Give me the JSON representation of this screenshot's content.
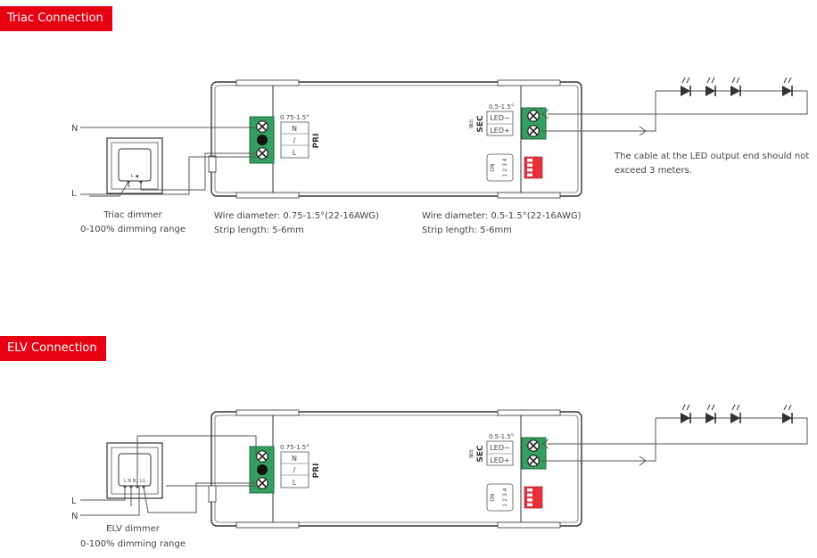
{
  "sections": [
    {
      "title": "Triac Connection",
      "dimmer_caption": "Triac dimmer",
      "dimmer_range": "0-100% dimming range",
      "dimmer_terminals": "L  ◀",
      "input_terminal_top": "N",
      "input_terminal_bottom": "L",
      "wire_label_top": "N",
      "wire_label_bottom": "L"
    },
    {
      "title": "ELV Connection",
      "dimmer_caption": "ELV dimmer",
      "dimmer_range": "0-100% dimming range",
      "dimmer_terminals": "L N N1 L1",
      "input_terminal_top": "L",
      "input_terminal_bottom": "N",
      "wire_label_top": "L",
      "wire_label_bottom": "N"
    }
  ],
  "driver": {
    "pri_size": "0.75-1.5°",
    "pri_terminals": [
      "N",
      "/",
      "L"
    ],
    "pri_label": "PRI",
    "sec_size": "0.5-1.5°",
    "sec_terminals": [
      "LED−",
      "LED+"
    ],
    "sec_label": "SEC",
    "sec_cn_label": "输出",
    "dip_label": "ON",
    "dip_numbers": "1 2 3 4"
  },
  "notes": {
    "input_wire_diameter": "Wire diameter: 0.75-1.5°(22-16AWG)",
    "input_strip_length": "Strip length: 5-6mm",
    "output_wire_diameter": "Wire diameter: 0.5-1.5°(22-16AWG)",
    "output_strip_length": "Strip length: 5-6mm",
    "cable_note_line1": "The cable at the LED output end should not",
    "cable_note_line2": "exceed 3 meters."
  },
  "colors": {
    "accent": "#e60012",
    "terminal_green": "#33a060",
    "line": "#555555",
    "dip_red": "#e8303a"
  }
}
